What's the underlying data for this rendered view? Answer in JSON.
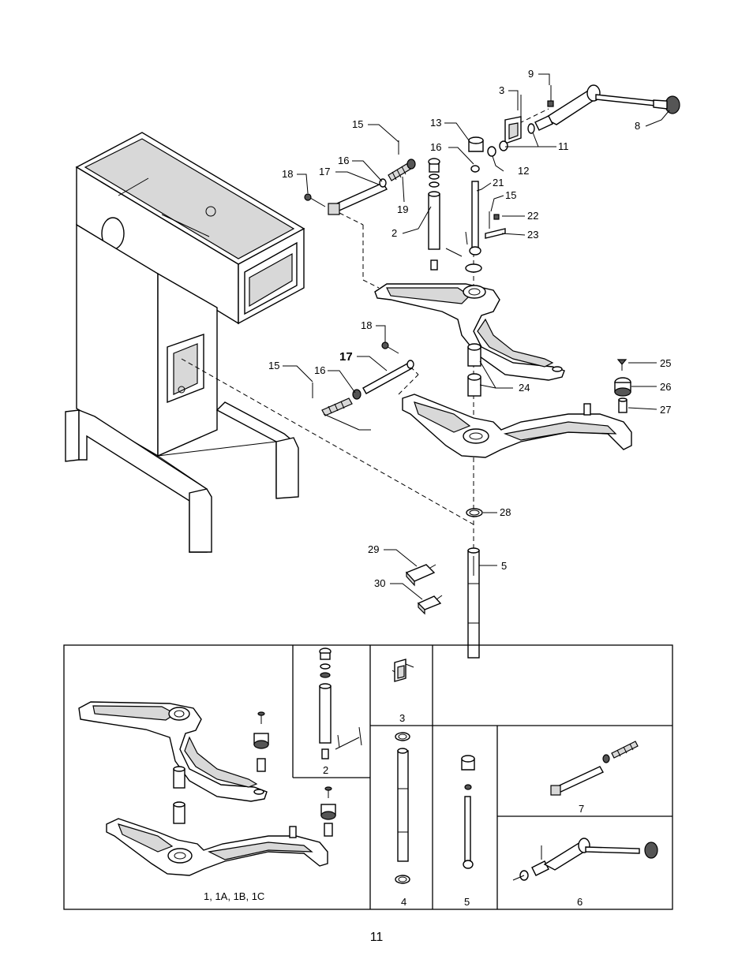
{
  "page_number": "11",
  "callouts": [
    {
      "id": "c9",
      "text": "9"
    },
    {
      "id": "c3",
      "text": "3"
    },
    {
      "id": "c8",
      "text": "8"
    },
    {
      "id": "c11",
      "text": "11"
    },
    {
      "id": "c12",
      "text": "12"
    },
    {
      "id": "c13",
      "text": "13"
    },
    {
      "id": "c16a",
      "text": "16"
    },
    {
      "id": "c21",
      "text": "21"
    },
    {
      "id": "c15a",
      "text": "15"
    },
    {
      "id": "c22",
      "text": "22"
    },
    {
      "id": "c23",
      "text": "23"
    },
    {
      "id": "c2",
      "text": "2"
    },
    {
      "id": "c15b",
      "text": "15"
    },
    {
      "id": "c16b",
      "text": "16"
    },
    {
      "id": "c18a",
      "text": "18"
    },
    {
      "id": "c17a",
      "text": "17"
    },
    {
      "id": "c19",
      "text": "19"
    },
    {
      "id": "c18b",
      "text": "18"
    },
    {
      "id": "c17b",
      "text": "17"
    },
    {
      "id": "c15c",
      "text": "15"
    },
    {
      "id": "c16c",
      "text": "16"
    },
    {
      "id": "c24",
      "text": "24"
    },
    {
      "id": "c25",
      "text": "25"
    },
    {
      "id": "c26",
      "text": "26"
    },
    {
      "id": "c27",
      "text": "27"
    },
    {
      "id": "c28",
      "text": "28"
    },
    {
      "id": "c29",
      "text": "29"
    },
    {
      "id": "c5",
      "text": "5"
    },
    {
      "id": "c30",
      "text": "30"
    }
  ],
  "insets": [
    {
      "id": "inset-1",
      "label": "1, 1A, 1B, 1C"
    },
    {
      "id": "inset-2",
      "label": "2"
    },
    {
      "id": "inset-3",
      "label": "3"
    },
    {
      "id": "inset-4",
      "label": "4"
    },
    {
      "id": "inset-5",
      "label": "5"
    },
    {
      "id": "inset-6",
      "label": "6"
    },
    {
      "id": "inset-7",
      "label": "7"
    }
  ]
}
